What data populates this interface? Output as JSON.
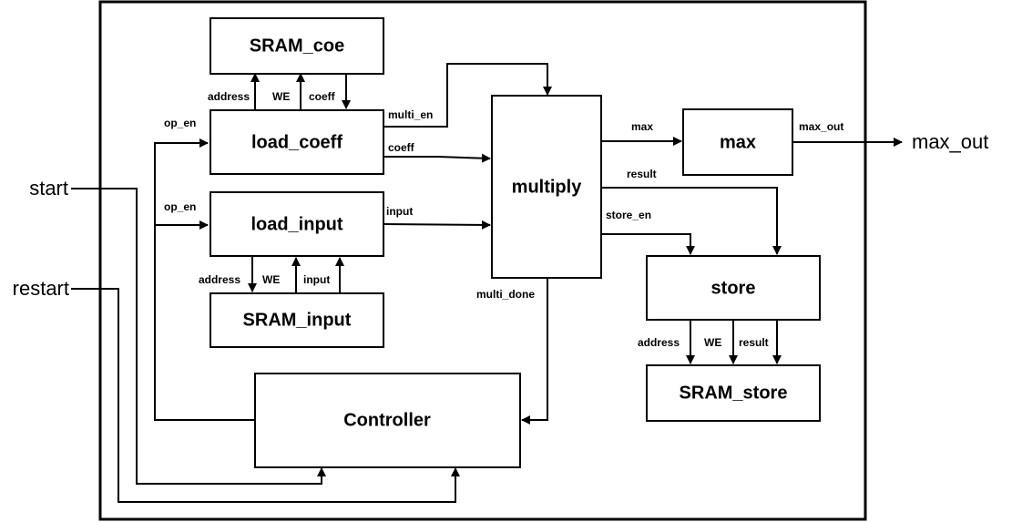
{
  "blocks": {
    "sram_coe": "SRAM_coe",
    "load_coeff": "load_coeff",
    "load_input": "load_input",
    "sram_input": "SRAM_input",
    "controller": "Controller",
    "multiply": "multiply",
    "max": "max",
    "store": "store",
    "sram_store": "SRAM_store"
  },
  "external": {
    "start": "start",
    "restart": "restart",
    "max_out": "max_out"
  },
  "signals": {
    "coe_address": "address",
    "coe_we": "WE",
    "coe_coeff": "coeff",
    "op_en_1": "op_en",
    "op_en_2": "op_en",
    "multi_en": "multi_en",
    "coeff": "coeff",
    "input": "input",
    "in_address": "address",
    "in_we": "WE",
    "in_input": "input",
    "multi_done": "multi_done",
    "max": "max",
    "max_out": "max_out",
    "result": "result",
    "store_en": "store_en",
    "st_address": "address",
    "st_we": "WE",
    "st_result": "result"
  }
}
